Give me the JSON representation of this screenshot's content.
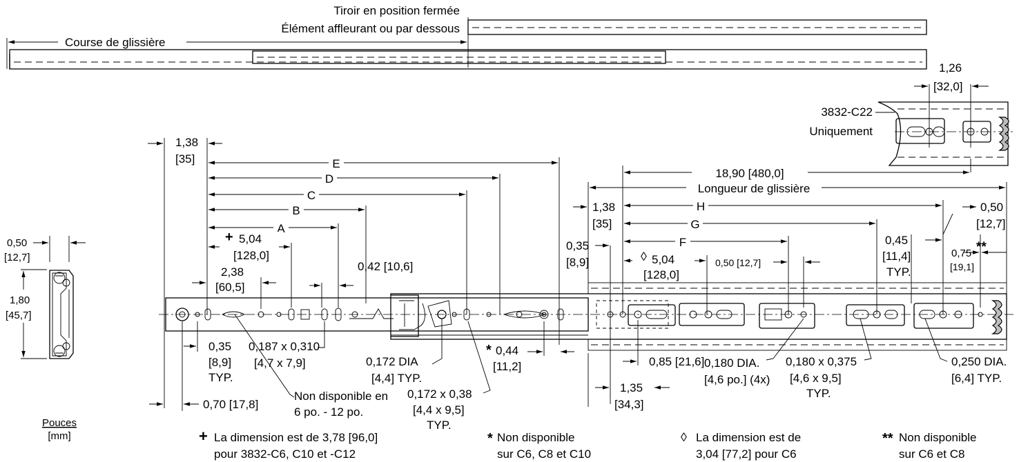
{
  "top_view": {
    "closed_line1": "Tiroir en position fermée",
    "closed_line2": "Élément affleurant ou par dessous",
    "travel": "Course de glissière"
  },
  "detail": {
    "dim_1_26": "1,26",
    "dim_32_0": "[32,0]",
    "model_line1": "3832-C22",
    "model_line2": "Uniquement"
  },
  "cross_section": {
    "w_in": "0,50",
    "w_mm": "[12,7]",
    "h_in": "1,80",
    "h_mm": "[45,7]"
  },
  "units": {
    "inches": "Pouces",
    "mm": "[mm]"
  },
  "dims": {
    "d138a_in": "1,38",
    "d138a_mm": "[35]",
    "E": "E",
    "D": "D",
    "C": "C",
    "B": "B",
    "A": "A",
    "plus": "+",
    "d504a_in": "5,04",
    "d504a_mm": "[128,0]",
    "d238_in": "2,38",
    "d238_mm": "[60,5]",
    "d042": "0,42 [10,6]",
    "d035a_in": "0,35",
    "d035a_mm": "[8,9]",
    "typ": "TYP.",
    "slot187_in": "0,187 x 0,310",
    "slot187_mm": "[4,7 x 7,9]",
    "dia172_in": "0,172 DIA",
    "dia172_mm": "[4,4] TYP.",
    "star": "*",
    "d044_in": "0,44",
    "d044_mm": "[11,2]",
    "slot172_in": "0,172 x 0,38",
    "slot172_mm": "[4,4 x 9,5]",
    "d070": "0,70 [17,8]",
    "na_line1": "Non disponible en",
    "na_line2": "6 po. - 12 po.",
    "d1890": "18,90 [480,0]",
    "slide_len": "Longueur de glissière",
    "d138b_in": "1,38",
    "d138b_mm": "[35]",
    "H": "H",
    "G": "G",
    "F": "F",
    "d035b_in": "0,35",
    "d035b_mm": "[8,9]",
    "diamond": "◊",
    "d504b_in": "5,04",
    "d504b_mm": "[128,0]",
    "d050small": "0,50 [12,7]",
    "d045_in": "0,45",
    "d045_mm": "[11,4]",
    "d075_in": "0,75",
    "d075_mm": "[19,1]",
    "dstar": "**",
    "d050r_in": "0,50",
    "d050r_mm": "[12,7]",
    "d085": "0,85 [21,6]",
    "d135_in": "1,35",
    "d135_mm": "[34,3]",
    "dia180_in": "0,180 DIA.",
    "dia180_mm": "[4,6 po.] (4x)",
    "slot180_in": "0,180 x 0,375",
    "slot180_mm": "[4,6 x 9,5]",
    "dia250_in": "0,250 DIA.",
    "dia250_mm": "[6,4] TYP."
  },
  "notes": {
    "n1_sym": "+",
    "n1_l1": "La dimension est de 3,78 [96,0]",
    "n1_l2": "pour 3832-C6, C10 et -C12",
    "n2_sym": "*",
    "n2_l1": "Non disponible",
    "n2_l2": "sur C6, C8 et C10",
    "n3_sym": "◊",
    "n3_l1": "La dimension est de",
    "n3_l2": "3,04 [77,2] pour C6",
    "n4_sym": "**",
    "n4_l1": "Non disponible",
    "n4_l2": "sur C6 et C8"
  }
}
